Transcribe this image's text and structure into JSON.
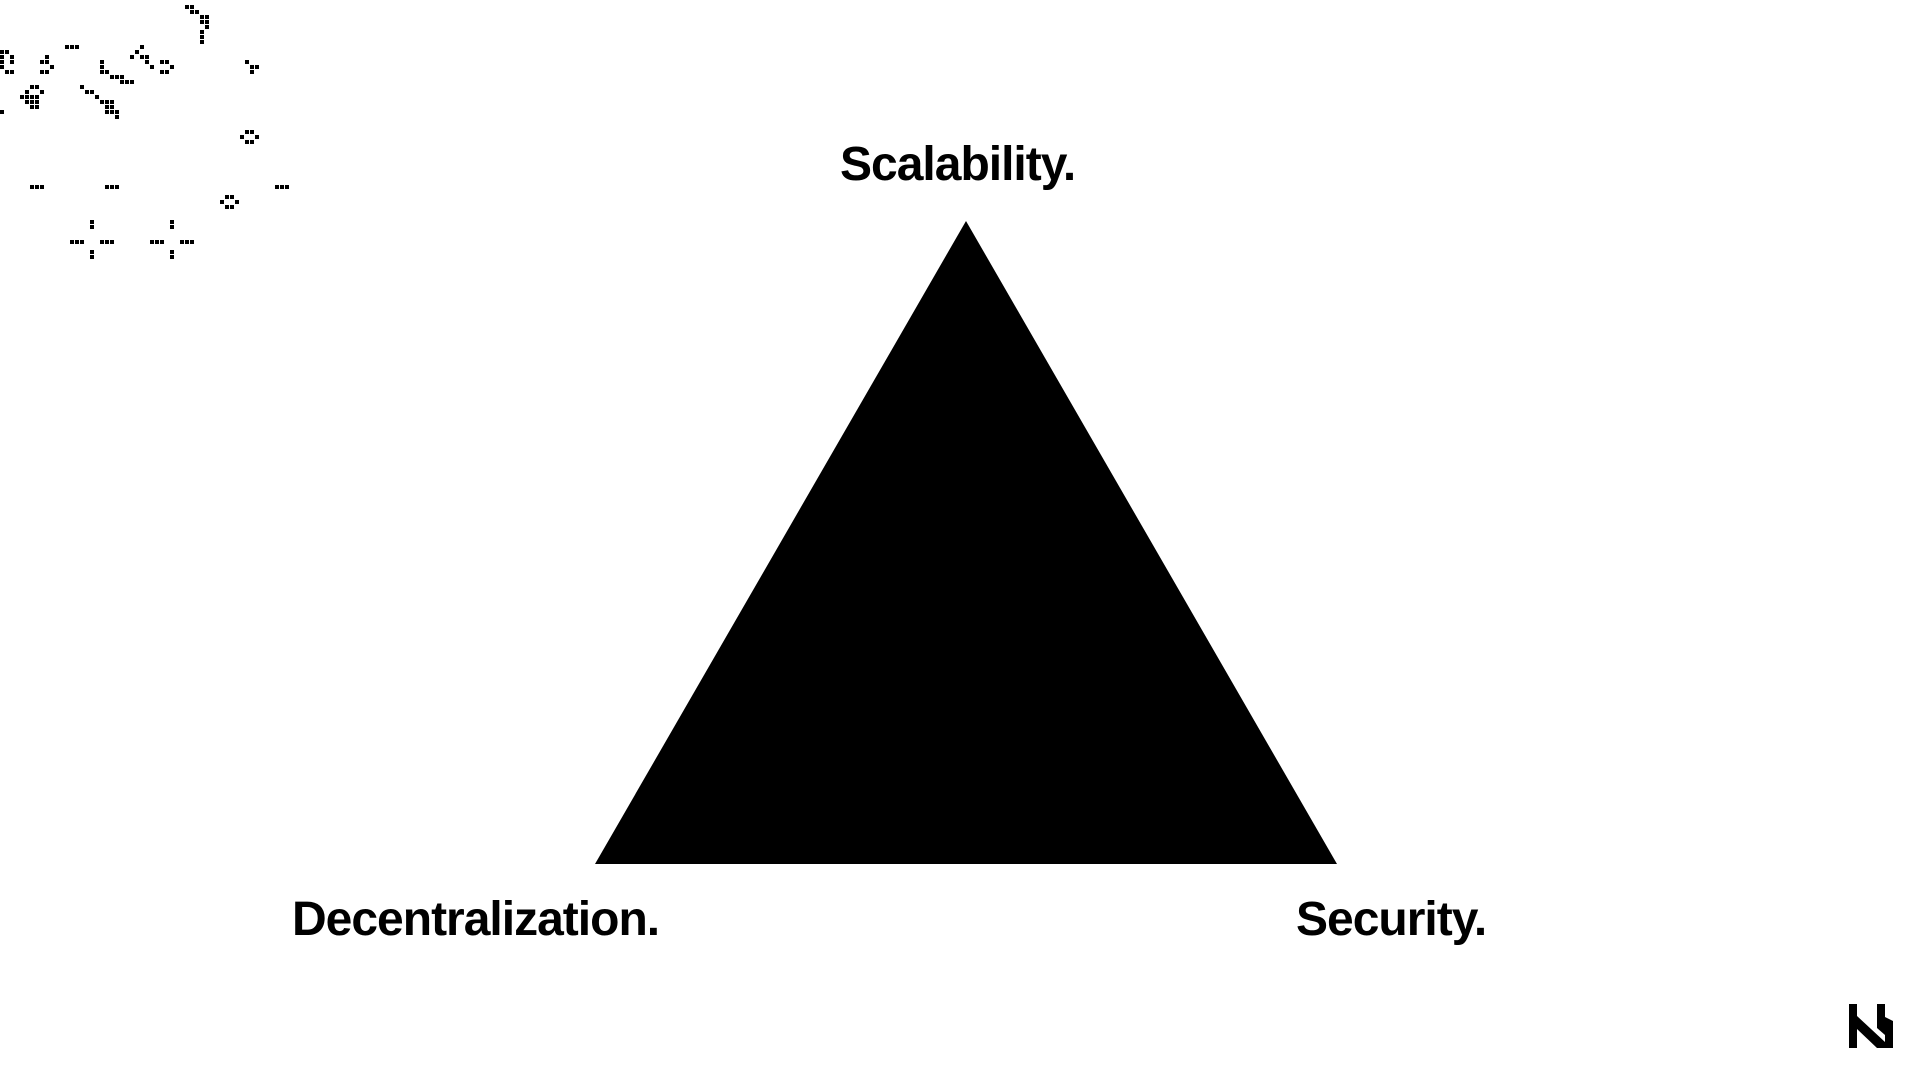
{
  "labels": {
    "top": "Scalability.",
    "bottom_left": "Decentralization.",
    "bottom_right": "Security."
  },
  "colors": {
    "background": "#ffffff",
    "ink": "#000000"
  },
  "decoration": {
    "pixel_pattern": "game-of-life-cells",
    "logo_icon": "n-logo-icon"
  }
}
